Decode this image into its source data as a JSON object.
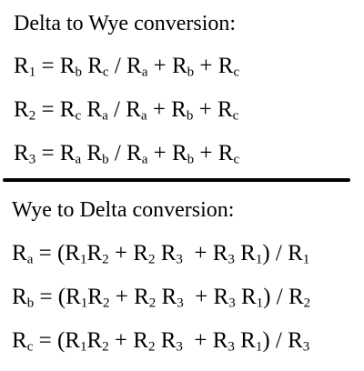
{
  "delta_to_wye": {
    "heading": "Delta to Wye conversion:",
    "equations": [
      {
        "lhs": "R",
        "lhs_sub": "1",
        "rhs": [
          [
            "R",
            "b"
          ],
          [
            " R",
            "c"
          ],
          [
            " / R",
            "a"
          ],
          [
            " + R",
            "b"
          ],
          [
            " + R",
            "c"
          ]
        ]
      },
      {
        "lhs": "R",
        "lhs_sub": "2",
        "rhs": [
          [
            "R",
            "c"
          ],
          [
            " R",
            "a"
          ],
          [
            " / R",
            "a"
          ],
          [
            " + R",
            "b"
          ],
          [
            " + R",
            "c"
          ]
        ]
      },
      {
        "lhs": "R",
        "lhs_sub": "3",
        "rhs": [
          [
            "R",
            "a"
          ],
          [
            " R",
            "b"
          ],
          [
            " / R",
            "a"
          ],
          [
            " + R",
            "b"
          ],
          [
            " + R",
            "c"
          ]
        ]
      }
    ]
  },
  "wye_to_delta": {
    "heading": "Wye to Delta conversion:",
    "equations": [
      {
        "lhs": "R",
        "lhs_sub": "a",
        "rhs": [
          [
            "(R",
            "1"
          ],
          [
            "R",
            "2"
          ],
          [
            " + R",
            "2"
          ],
          [
            " R",
            "3"
          ],
          [
            "  + R",
            "3"
          ],
          [
            " R",
            "1"
          ],
          [
            ") / R",
            "1"
          ]
        ]
      },
      {
        "lhs": "R",
        "lhs_sub": "b",
        "rhs": [
          [
            "(R",
            "1"
          ],
          [
            "R",
            "2"
          ],
          [
            " + R",
            "2"
          ],
          [
            " R",
            "3"
          ],
          [
            "  + R",
            "3"
          ],
          [
            " R",
            "1"
          ],
          [
            ") / R",
            "2"
          ]
        ]
      },
      {
        "lhs": "R",
        "lhs_sub": "c",
        "rhs": [
          [
            "(R",
            "1"
          ],
          [
            "R",
            "2"
          ],
          [
            " + R",
            "2"
          ],
          [
            " R",
            "3"
          ],
          [
            "  + R",
            "3"
          ],
          [
            " R",
            "1"
          ],
          [
            ") / R",
            "3"
          ]
        ]
      }
    ]
  },
  "equals_sign": " = ",
  "divider_color": "#000000"
}
